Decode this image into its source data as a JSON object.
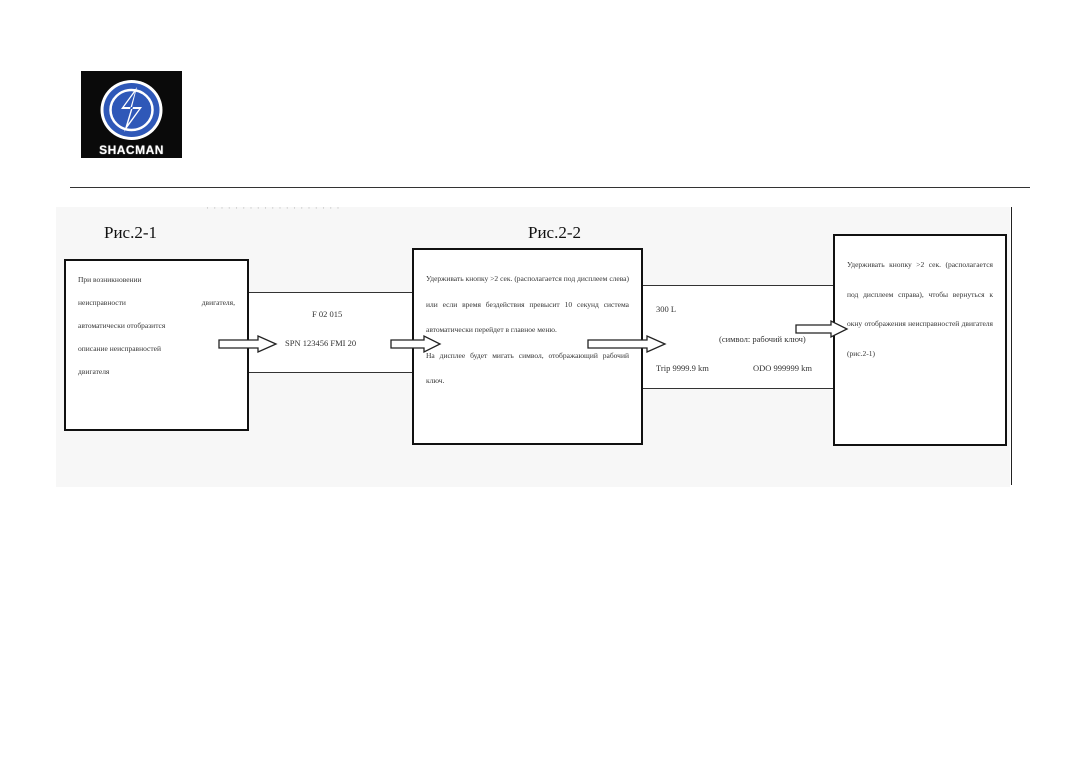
{
  "logo": {
    "brand_text": "SHACMAN"
  },
  "header_faint_text": "· · · · · · · · · · · · · · · · · · ·",
  "figures": {
    "fig1_label": "Рис.2-1",
    "fig2_label": "Рис.2-2"
  },
  "box1": {
    "lines": [
      "При возникновении",
      "неисправности двигателя,",
      "автоматически отобразится",
      "описание неисправностей",
      "двигателя"
    ]
  },
  "connector1": {
    "line1": "F 02 015",
    "line2": "SPN 123456 FMI 20"
  },
  "box2": {
    "para1": "Удерживать кнопку >2 сек. (располагается под дисплеем слева) или если время бездействия превысит 10 секунд система автоматически перейдет в главное меню.",
    "para2": "На дисплее будет мигать символ, отображающий рабочий ключ."
  },
  "screen": {
    "line1": "300 L",
    "line2": "(символ: рабочий ключ)",
    "trip": "Trip 9999.9 km",
    "odo": "ODO 999999 km"
  },
  "box3": {
    "text": "Удерживать кнопку >2 сек. (располагается под дисплеем справа), чтобы вернуться к окну отображения неисправностей двигателя (рис.2-1)"
  }
}
